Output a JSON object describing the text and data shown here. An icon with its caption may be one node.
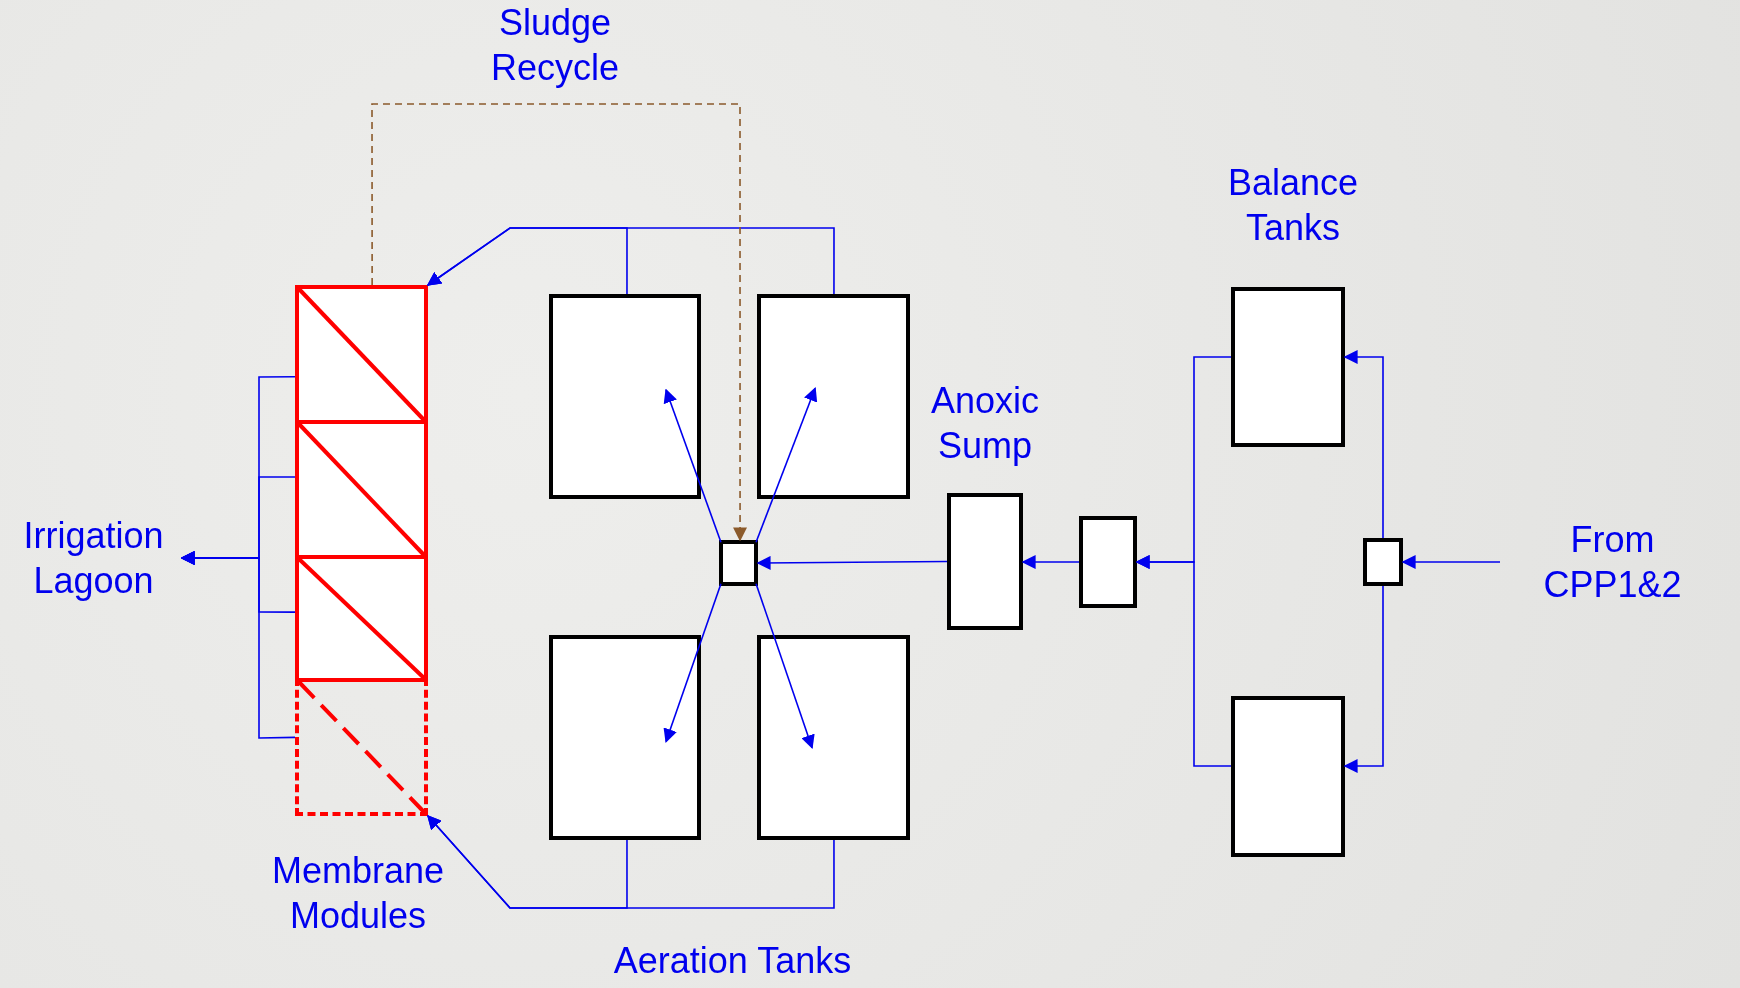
{
  "diagram": {
    "nodes": [
      {
        "text": [],
        "shape": "box"
      },
      {
        "text": [],
        "shape": "box"
      },
      {
        "text": [],
        "shape": "box"
      },
      {
        "text": [],
        "shape": "box"
      },
      {
        "text": [
          "Irrigation Lagoon"
        ]
      },
      {
        "text": [],
        "shape": "box"
      },
      {
        "text": [],
        "shape": "box"
      },
      {
        "text": [],
        "shape": "box"
      },
      {
        "text": [],
        "shape": "box"
      },
      {
        "text": [],
        "shape": "box"
      },
      {
        "text": [],
        "shape": "box"
      },
      {
        "text": [],
        "shape": "box"
      },
      {
        "text": [],
        "shape": "box"
      },
      {
        "text": [],
        "shape": "box"
      },
      {
        "text": [],
        "shape": "box"
      },
      {
        "text": [
          "From CPP1&2"
        ]
      }
    ],
    "edges": [
      {
        "from": 15,
        "to": 14,
        "arrow": "to"
      },
      {
        "from": 14,
        "to": 12,
        "arrow": "to"
      },
      {
        "from": 14,
        "to": 13,
        "arrow": "to"
      },
      {
        "from": 12,
        "to": 11,
        "arrow": "to"
      },
      {
        "from": 13,
        "to": 11,
        "arrow": "to"
      },
      {
        "from": 11,
        "to": 10,
        "arrow": "to"
      },
      {
        "from": 10,
        "to": 9,
        "arrow": "to"
      },
      {
        "from": 9,
        "to": 5,
        "arrow": "to"
      },
      {
        "from": 9,
        "to": 6,
        "arrow": "to"
      },
      {
        "from": 9,
        "to": 7,
        "arrow": "to"
      },
      {
        "from": 9,
        "to": 8,
        "arrow": "to"
      },
      {
        "from": 5,
        "to": 0,
        "arrow": "to"
      },
      {
        "from": 6,
        "to": 0,
        "arrow": "to"
      },
      {
        "from": 7,
        "to": 3,
        "arrow": "to"
      },
      {
        "from": 8,
        "to": 3,
        "arrow": "to"
      },
      {
        "from": 0,
        "to": 9,
        "arrow": "to",
        "label": "Sludge Recycle",
        "style": "dashed",
        "color": "#8b5a2b"
      },
      {
        "from": 0,
        "to": 4,
        "arrow": "to"
      },
      {
        "from": 1,
        "to": 4,
        "arrow": "to"
      },
      {
        "from": 2,
        "to": 4,
        "arrow": "to"
      },
      {
        "from": 3,
        "to": 4,
        "arrow": "to"
      }
    ],
    "labels": [
      "Balance Tanks",
      "Anoxic Sump",
      "Membrane Modules",
      "Aeration Tanks"
    ]
  }
}
